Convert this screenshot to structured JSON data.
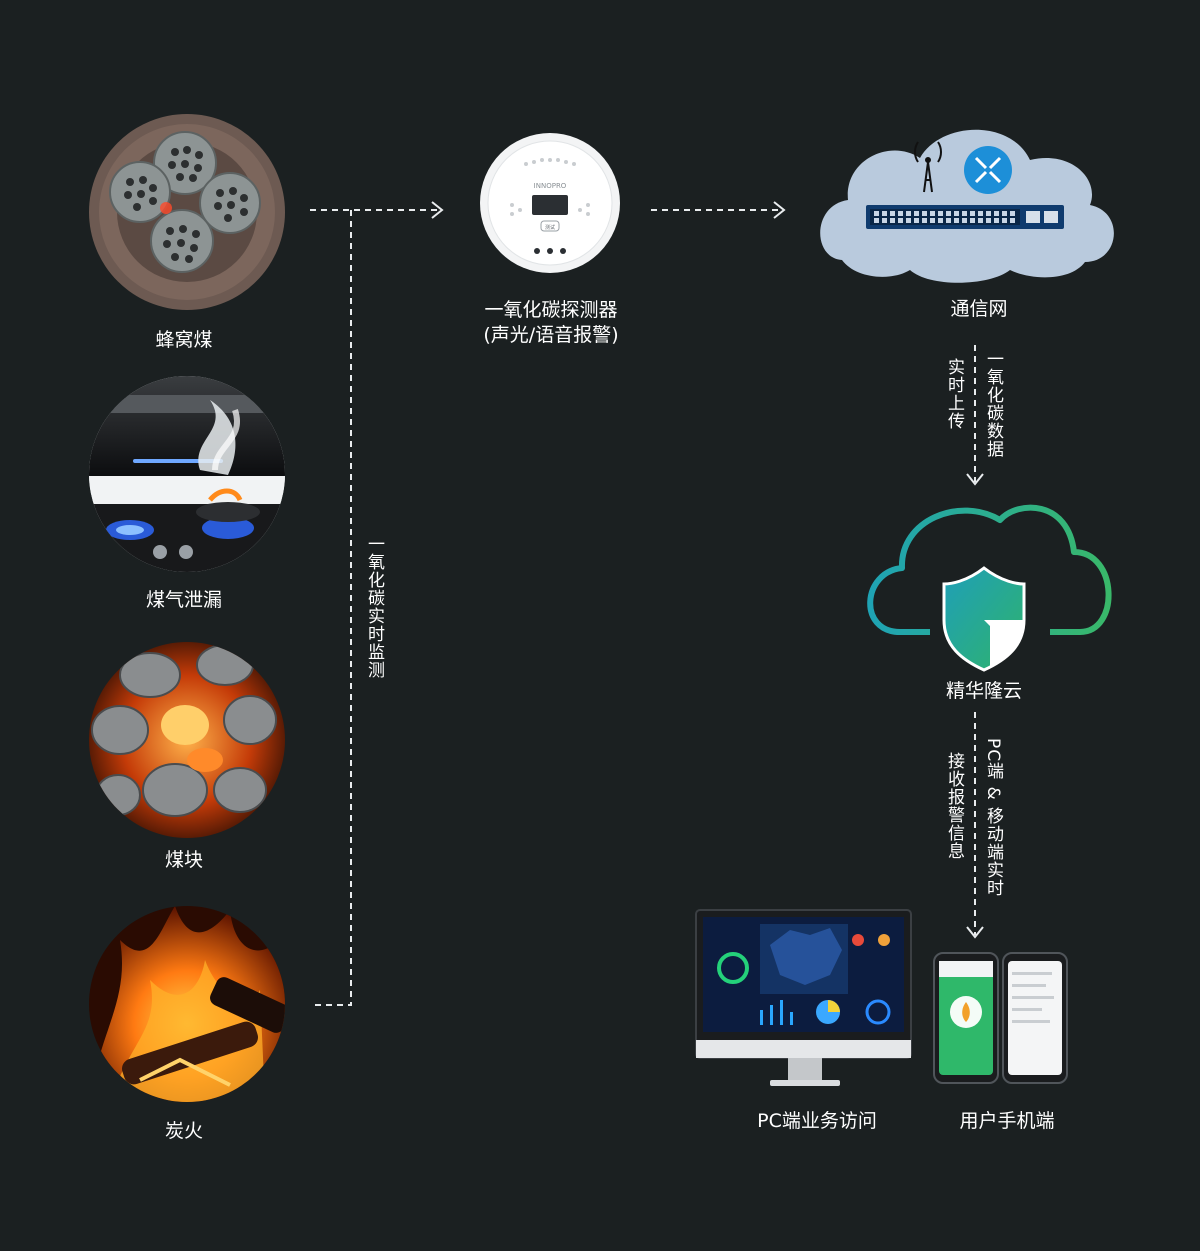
{
  "sources": [
    {
      "id": "honeycomb-coal",
      "label": "蜂窝煤",
      "icon": "honeycomb-coal-photo"
    },
    {
      "id": "gas-leak",
      "label": "煤气泄漏",
      "icon": "gas-stove-photo"
    },
    {
      "id": "coal-briquettes",
      "label": "煤块",
      "icon": "coal-briquettes-photo"
    },
    {
      "id": "charcoal-fire",
      "label": "炭火",
      "icon": "charcoal-fire-photo"
    }
  ],
  "monitor_label": "一氧化碳实时监测",
  "detector": {
    "line1": "一氧化碳探测器",
    "line2": "(声光/语音报警)",
    "brand": "INNOPRO",
    "button_text": "测试"
  },
  "network": {
    "label": "通信网"
  },
  "upload": {
    "left": "实时上传",
    "right": "一氧化碳数据"
  },
  "cloud": {
    "label": "精华隆云"
  },
  "receive": {
    "left": "接收报警信息",
    "right": "PC端 & 移动端实时"
  },
  "pc": {
    "label": "PC端业务访问"
  },
  "mobile": {
    "label": "用户手机端"
  },
  "colors": {
    "background": "#1b2021",
    "cloud_teal": "#1fa3b4",
    "cloud_green": "#2fb36b",
    "switch_blue": "#0f3b6e",
    "router_blue": "#1d8fd8"
  }
}
